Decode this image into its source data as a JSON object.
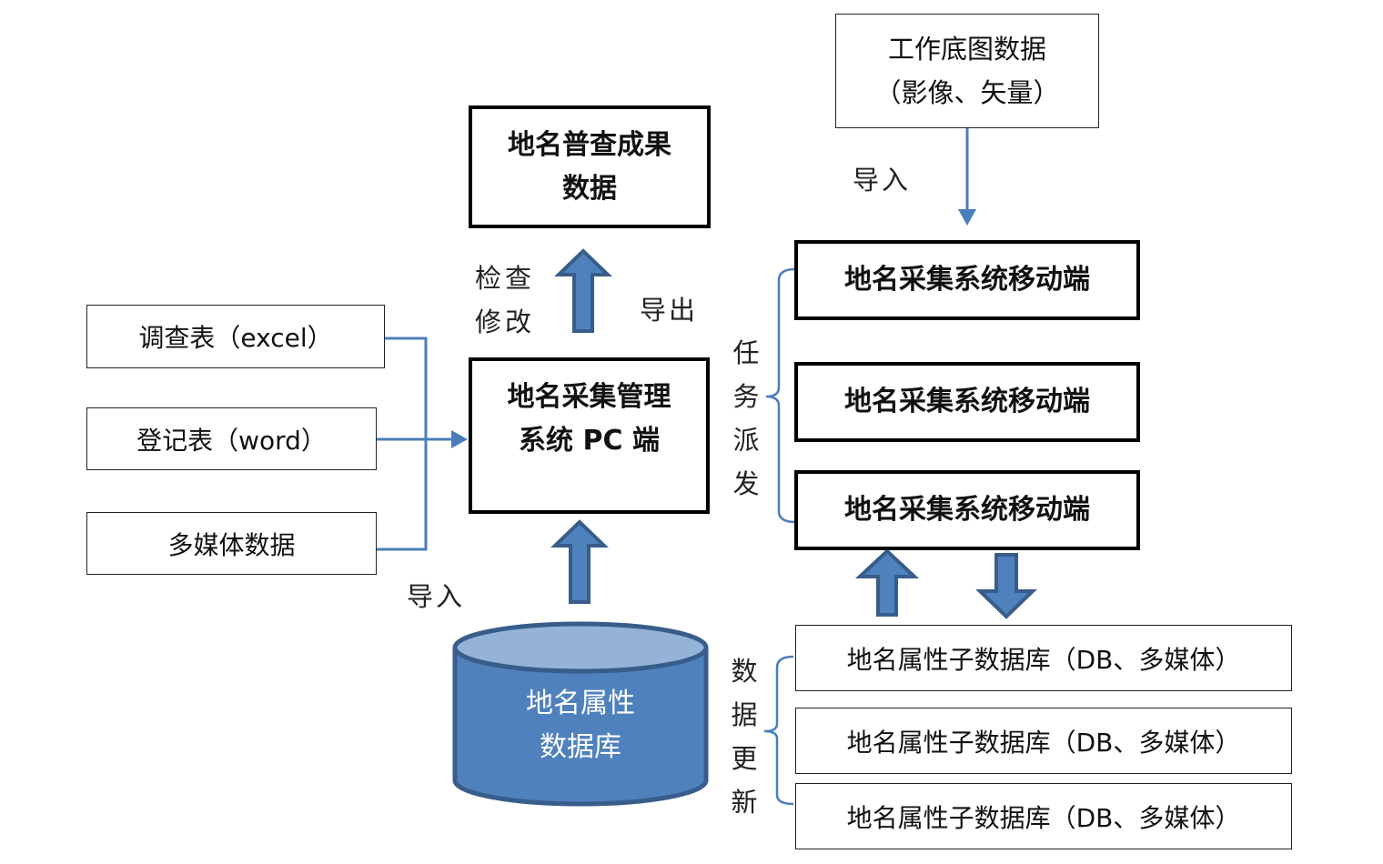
{
  "nodes": {
    "result_data": [
      "地名普查成果",
      "数据"
    ],
    "pc_system": [
      "地名采集管理",
      "系统 PC 端"
    ],
    "base_map": [
      "工作底图数据",
      "（影像、矢量）"
    ],
    "mobile_clients": [
      "地名采集系统移动端",
      "地名采集系统移动端",
      "地名采集系统移动端"
    ],
    "inputs": [
      "调查表（excel）",
      "登记表（word）",
      "多媒体数据"
    ],
    "database": [
      "地名属性",
      "数据库"
    ],
    "sub_databases": [
      "地名属性子数据库（DB、多媒体）",
      "地名属性子数据库（DB、多媒体）",
      "地名属性子数据库（DB、多媒体）"
    ]
  },
  "labels": {
    "check_modify": [
      "检查",
      "修改"
    ],
    "export": "导出",
    "import_left": "导入",
    "import_top": "导入",
    "task_dispatch": [
      "任",
      "务",
      "派",
      "发"
    ],
    "data_update": [
      "数",
      "据",
      "更",
      "新"
    ]
  },
  "colors": {
    "connector": "#4a7ebb",
    "arrow_fill": "#4f81bd",
    "arrow_stroke": "#385d8a",
    "db_body": "#4f81bd",
    "db_top": "#95b3d7"
  }
}
